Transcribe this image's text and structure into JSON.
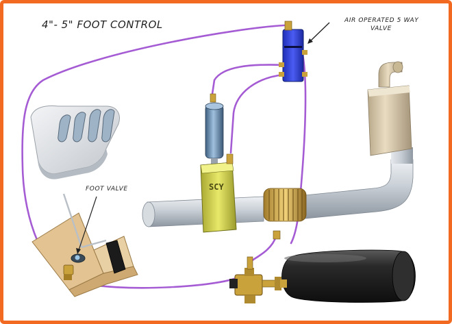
{
  "title": "4\"- 5\" FOOT CONTROL",
  "labels": {
    "air_valve_line1": "AIR OPERATED 5 WAY",
    "air_valve_line2": "VALVE",
    "foot_valve": "FOOT VALVE",
    "gate_marking": "SCY"
  },
  "colors": {
    "frame_border": "#f26a21",
    "air_hose": "#a45bd3",
    "valve_body": "#2a3fe0",
    "gate_valve": "#d9d94a",
    "cylinder": "#6b8fb3",
    "tank": "#1c1c1c",
    "muffler": "#d8c7a7",
    "pedal": "#e2c391",
    "fittings": "#c9a23b"
  }
}
